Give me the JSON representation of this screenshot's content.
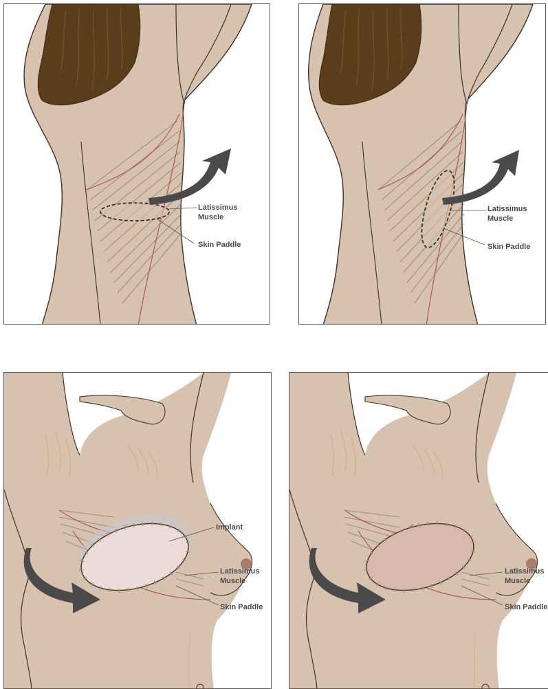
{
  "labels": {
    "latissimus_line1": "Latissimus",
    "latissimus_line2": "Muscle",
    "skin_paddle": "Skin Paddle",
    "implant": "Implant",
    "latissimus_cut": "Latissimus",
    "skin_paddle_cut": "Skin Paddle"
  },
  "colors": {
    "skin": "#d6c2ae",
    "outline": "#3b3026",
    "hair": "#5a3d1a",
    "muscle_fiber": "#8d7f72",
    "muscle_edge": "#a3454f",
    "arrow": "#4a4a4a",
    "implant": "#ecdcd9",
    "paddle_muscle": "#d9b8b0",
    "suture": "#a3a060"
  },
  "icons": {
    "arrow": "curved-arrow-icon"
  }
}
